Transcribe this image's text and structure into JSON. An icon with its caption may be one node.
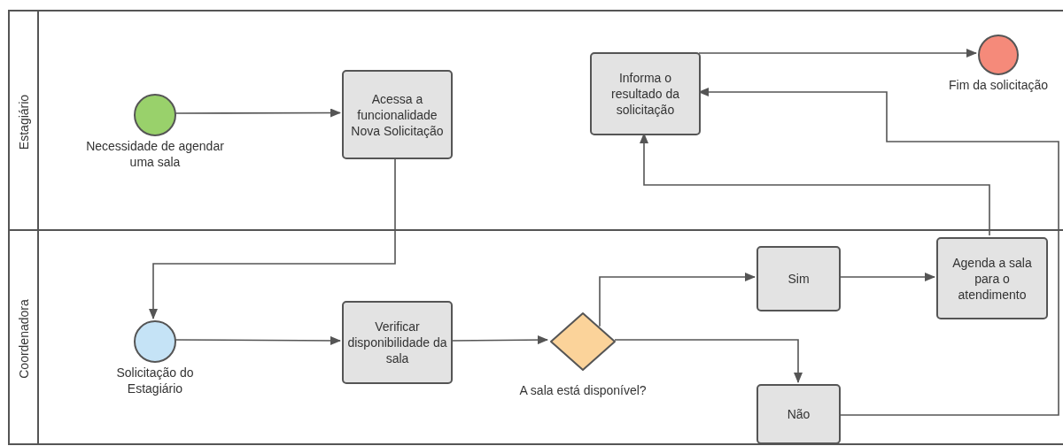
{
  "diagram": {
    "nodes": [
      {
        "text": [
          "Estagiário"
        ]
      },
      {
        "text": [],
        "shape": "circle",
        "in": 0,
        "beside": [
          "Necessidade de agendar uma sala"
        ]
      },
      {
        "text": [
          "Acessa a funcionalidade Nova Solicitação"
        ],
        "in": 0
      },
      {
        "text": [
          "Informa o resultado da solicitação"
        ],
        "in": 0
      },
      {
        "text": [],
        "shape": "circle",
        "in": 0,
        "beside": [
          "Fim da solicitação"
        ]
      },
      {
        "text": [
          "Coordenadora"
        ]
      },
      {
        "text": [],
        "shape": "circle",
        "in": 5,
        "beside": [
          "Solicitação do Estagiário"
        ]
      },
      {
        "text": [
          "Verificar disponibilidade da sala"
        ],
        "in": 5
      },
      {
        "text": [],
        "shape": "diamond",
        "in": 5,
        "beside": [
          "A sala está disponível?"
        ]
      },
      {
        "text": [
          "Sim"
        ],
        "in": 5
      },
      {
        "text": [
          "Agenda a sala para o atendimento"
        ],
        "in": 5
      },
      {
        "text": [
          "Não"
        ],
        "in": 5
      }
    ],
    "edges": [
      {
        "from": 1,
        "to": 2,
        "arrow": "to"
      },
      {
        "from": 2,
        "to": 6,
        "arrow": "to"
      },
      {
        "from": 6,
        "to": 7,
        "arrow": "to"
      },
      {
        "from": 7,
        "to": 8,
        "arrow": "to"
      },
      {
        "from": 8,
        "to": 9,
        "arrow": "to"
      },
      {
        "from": 8,
        "to": 11,
        "arrow": "to"
      },
      {
        "from": 9,
        "to": 10,
        "arrow": "to"
      },
      {
        "from": 10,
        "to": 3,
        "arrow": "to"
      },
      {
        "from": 11,
        "to": 3,
        "arrow": "to"
      },
      {
        "from": 3,
        "to": 4,
        "arrow": "to"
      }
    ]
  }
}
